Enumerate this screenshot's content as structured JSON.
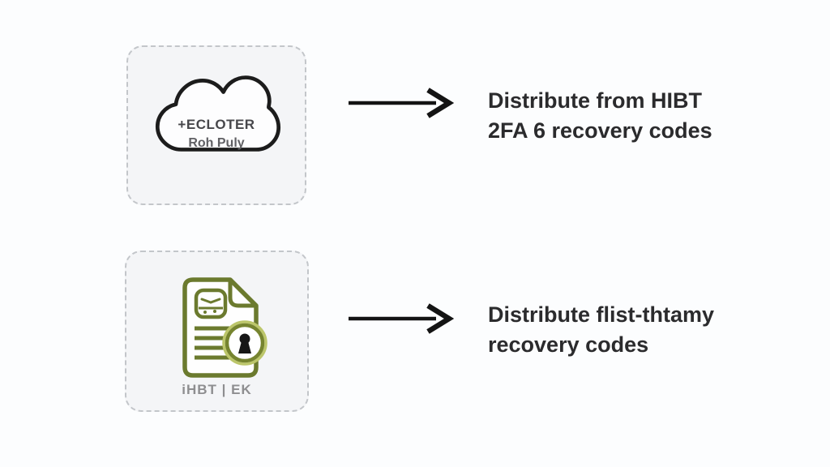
{
  "rows": [
    {
      "card": {
        "icon": "cloud-icon",
        "title": "+ECLOTER",
        "subtitle": "Roh Puly"
      },
      "label": {
        "line1": "Distribute from HIBT",
        "line2": "2FA 6 recovery codes"
      }
    },
    {
      "card": {
        "icon": "secure-document-icon",
        "caption": "iHBT | EK"
      },
      "label": {
        "line1": "Distribute flist-thtamy",
        "line2": "recovery codes"
      }
    }
  ],
  "colors": {
    "background": "#fcfdfe",
    "card_background": "#f4f5f7",
    "card_border": "#c3c6ca",
    "cloud_stroke": "#1c1c1c",
    "document_olive": "#6b7a2e",
    "lock_ring_light": "#bcc66a",
    "keyhole_black": "#161616",
    "arrow_black": "#141414",
    "text_dark": "#2b2b2d"
  }
}
